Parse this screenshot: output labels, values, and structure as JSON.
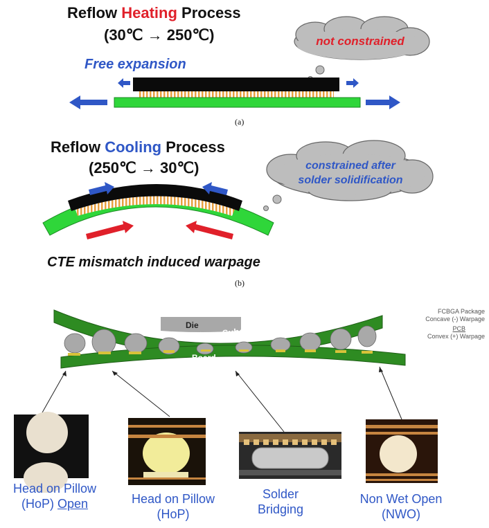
{
  "panel_a": {
    "title_pre": "Reflow ",
    "title_hl": "Heating",
    "title_post": " Process",
    "temp": "(30℃ → 250℃)",
    "cloud": "not constrained",
    "free": "Free expansion",
    "caption": "(a)"
  },
  "panel_b": {
    "title_pre": "Reflow ",
    "title_hl": "Cooling",
    "title_post": " Process",
    "temp": "(250℃ → 30℃)",
    "cloud_line1": "constrained after",
    "cloud_line2": "solder solidification",
    "cte": "CTE mismatch induced warpage",
    "caption": "(b)"
  },
  "panel_c": {
    "die": "Die",
    "substrate": "Package Substrate",
    "board": "Board",
    "fcbga_line1": "FCBGA Package",
    "fcbga_line2": "Concave (-) Warpage",
    "pcb_line1": "PCB",
    "pcb_line2": "Convex (+) Warpage",
    "labels": [
      {
        "line1": "Head on Pillow",
        "line2_a": "(HoP) ",
        "line2_b": "Open"
      },
      {
        "line1": "Head on Pillow",
        "line2_a": "(HoP)",
        "line2_b": ""
      },
      {
        "line1": "Solder",
        "line2_a": "Bridging",
        "line2_b": ""
      },
      {
        "line1": "Non Wet Open",
        "line2_a": "(NWO)",
        "line2_b": ""
      }
    ]
  },
  "colors": {
    "red": "#e0202a",
    "blue": "#2f57c6",
    "green": "#2fd63a",
    "dark_green": "#2e8b22",
    "orange": "#e8a040",
    "cloud_fill": "#bdbdbd"
  }
}
